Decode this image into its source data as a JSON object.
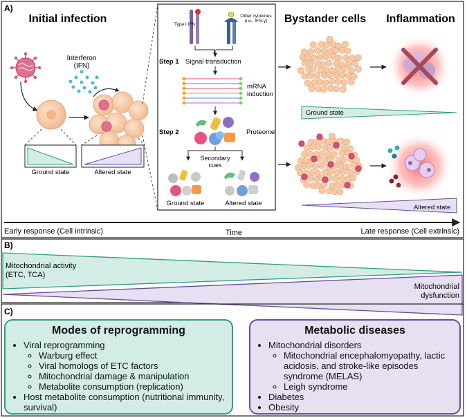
{
  "panelA": {
    "label": "A)",
    "initial_infection": "Initial infection",
    "interferon_line1": "Interferon",
    "interferon_line2": "(IFN)",
    "ground_state": "Ground state",
    "altered_state": "Altered state",
    "bystander_cells": "Bystander cells",
    "inflammation": "Inflammation",
    "type1_ifn": "Type I IFN",
    "other_cytokines_line1": "Other cytokines",
    "other_cytokines_line2": "(i.e., IFN-γ)",
    "step1": "Step 1",
    "signal_transduction": "Signal transduction",
    "mrna_line1": "mRNA",
    "mrna_line2": "induction",
    "step2": "Step 2",
    "proteome": "Proteome",
    "secondary_line1": "Secondary",
    "secondary_line2": "cues",
    "inset_ground_state": "Ground state",
    "inset_altered_state": "Altered state",
    "bystander_ground_state": "Ground state",
    "bystander_altered_state": "Altered state",
    "early_response": "Early response (Cell intrinsic)",
    "time": "Time",
    "late_response": "Late response (Cell extrinsic)"
  },
  "panelB": {
    "label": "B)",
    "activity_line1": "Mitochondrial activity",
    "activity_line2": "(ETC, TCA)",
    "dysfunction_line1": "Mitochondrial",
    "dysfunction_line2": "dysfunction"
  },
  "panelC": {
    "label": "C)",
    "modes_title": "Modes of reprogramming",
    "viral_reprogramming": "Viral reprogramming",
    "warburg": "Warburg effect",
    "viral_homologs": "Viral homologs of ETC factors",
    "mito_damage": "Mitochondrial damage & manipulation",
    "metabolite_consumption": "Metabolite consumption (replication)",
    "host_consumption": "Host metabolite consumption (nutritional immunity, survival)",
    "diseases_title": "Metabolic diseases",
    "mito_disorders": "Mitochondrial disorders",
    "melas": "Mitochondrial encephalomyopathy, lactic acidosis, and stroke-like episodes syndrome (MELAS)",
    "leigh": "Leigh syndrome",
    "diabetes": "Diabetes",
    "obesity": "Obesity"
  },
  "colors": {
    "teal_fill": "#d3ede6",
    "teal_stroke": "#2f9c84",
    "purple_fill": "#e7dff2",
    "purple_stroke": "#6a4a9c",
    "cell": "#f6c9a4",
    "virus": "#d94f7a",
    "ifn": "#4fb7d6"
  }
}
